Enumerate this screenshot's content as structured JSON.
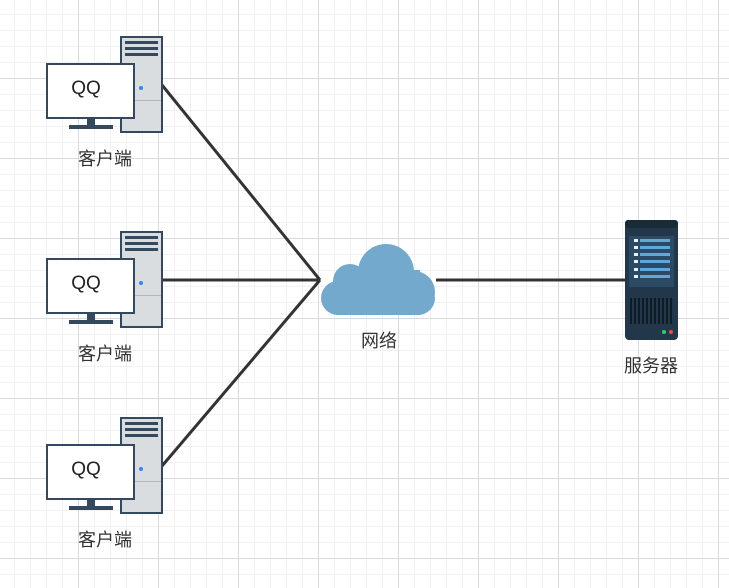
{
  "clients": [
    {
      "screen_text": "QQ",
      "label": "客户端"
    },
    {
      "screen_text": "QQ",
      "label": "客户端"
    },
    {
      "screen_text": "QQ",
      "label": "客户端"
    }
  ],
  "network": {
    "label": "网络",
    "icon": "cloud-icon",
    "color": "#72a9cc"
  },
  "server": {
    "label": "服务器",
    "icon": "server-rack-icon",
    "color": "#22384a"
  },
  "colors": {
    "line": "#333333",
    "tower": "#d9dde0",
    "tower_edge": "#34495e",
    "indicator": "#3b82f6"
  }
}
